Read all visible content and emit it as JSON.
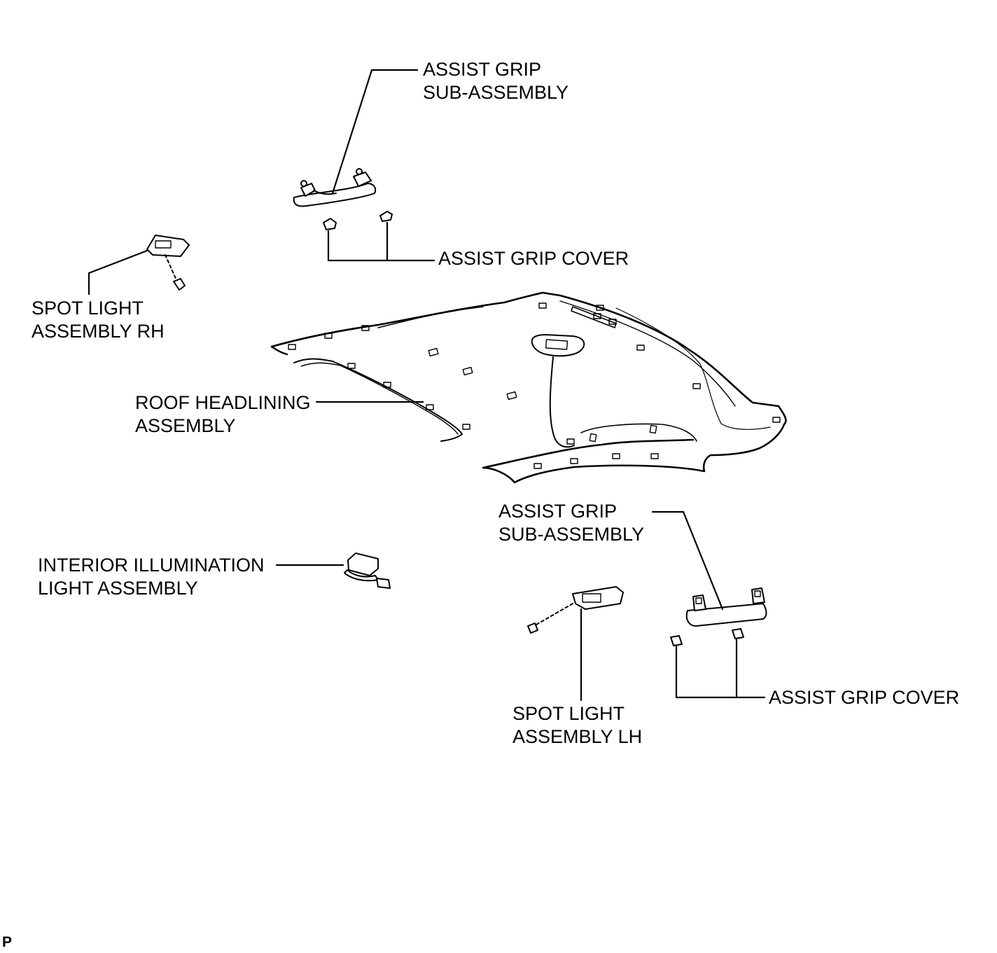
{
  "labels": {
    "assist_grip_top": [
      "ASSIST GRIP",
      "SUB-ASSEMBLY"
    ],
    "assist_grip_cover_top": "ASSIST GRIP COVER",
    "spot_light_rh": [
      "SPOT LIGHT",
      "ASSEMBLY RH"
    ],
    "roof_headlining": [
      "ROOF HEADLINING",
      "ASSEMBLY"
    ],
    "assist_grip_bottom": [
      "ASSIST GRIP",
      "SUB-ASSEMBLY"
    ],
    "interior_illumination": [
      "INTERIOR ILLUMINATION",
      "LIGHT ASSEMBLY"
    ],
    "spot_light_lh": [
      "SPOT LIGHT",
      "ASSEMBLY LH"
    ],
    "assist_grip_cover_bottom": "ASSIST GRIP COVER"
  },
  "figure_code": "P",
  "colors": {
    "ink": "#000000",
    "paper": "#ffffff",
    "part_fill": "#f2f2f2"
  }
}
